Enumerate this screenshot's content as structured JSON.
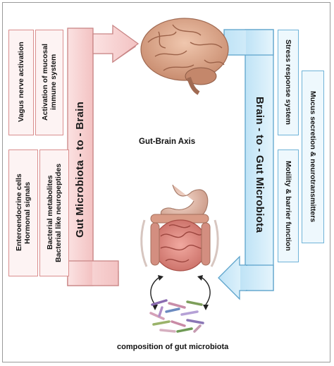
{
  "center_label": "Gut-Brain Axis",
  "left_arrow_label": "Gut Microbiota - to - Brain",
  "right_arrow_label": "Brain - to - Gut Microbiota",
  "left_boxes": [
    {
      "lines": [
        "Vagus nerve activation"
      ]
    },
    {
      "lines": [
        "Activation of mucosal",
        "immune system"
      ]
    },
    {
      "lines": [
        "Enteroendocrine cells",
        "Hormonal signals"
      ]
    },
    {
      "lines": [
        "Bacterial metabolites",
        "Bacterial like neuropeptides"
      ]
    }
  ],
  "right_boxes": [
    {
      "lines": [
        "Stress response system"
      ]
    },
    {
      "lines": [
        "Mucus secretion & neurotransmitters"
      ]
    },
    {
      "lines": [
        "Motility & barrier function"
      ]
    }
  ],
  "caption": "composition of gut microbiota",
  "colors": {
    "pink_arrow": "#f9d6d6",
    "pink_border": "#d98e8e",
    "blue_arrow": "#cdeaf8",
    "blue_border": "#6fb3d8"
  }
}
